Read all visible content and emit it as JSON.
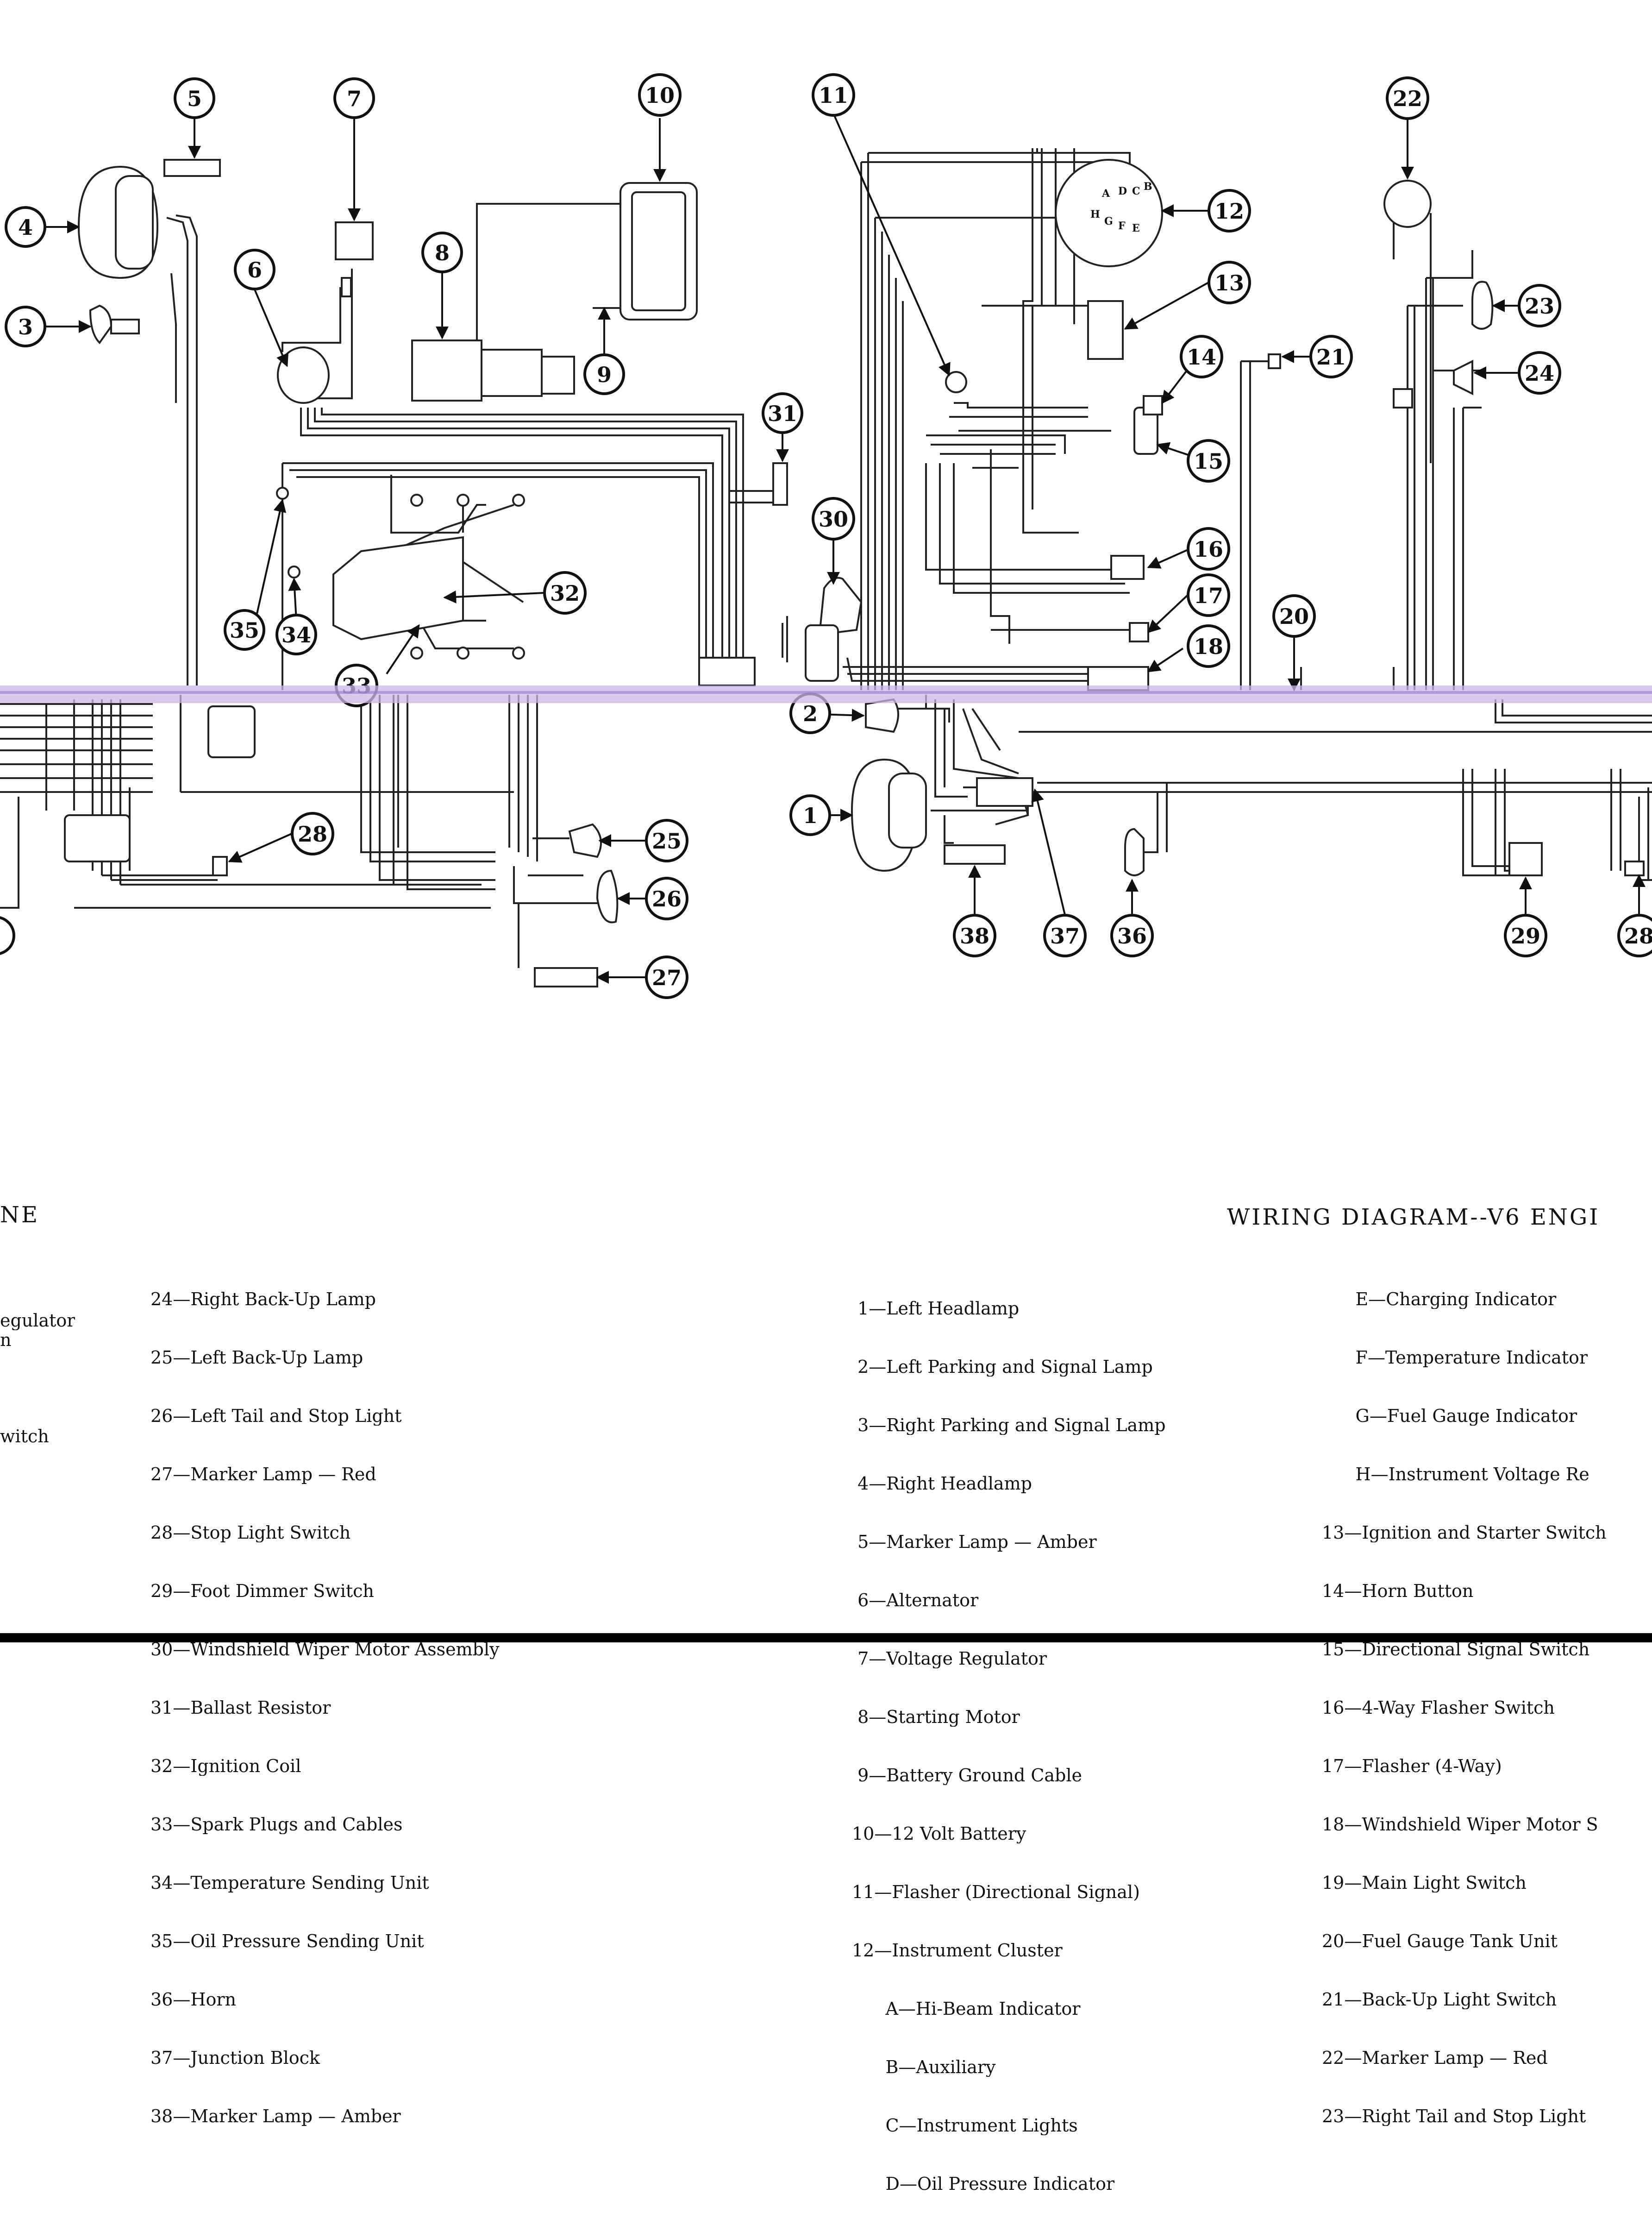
{
  "diagram": {
    "callouts": [
      "1",
      "2",
      "3",
      "4",
      "5",
      "6",
      "7",
      "8",
      "9",
      "10",
      "11",
      "12",
      "13",
      "14",
      "15",
      "16",
      "17",
      "18",
      "20",
      "21",
      "22",
      "23",
      "24",
      "25",
      "26",
      "27",
      "28",
      "29",
      "30",
      "31",
      "32",
      "33",
      "34",
      "35",
      "36",
      "37",
      "38",
      "28"
    ],
    "cluster_letters": [
      "A",
      "B",
      "C",
      "D",
      "E",
      "F",
      "G",
      "H"
    ]
  },
  "headings": {
    "left_fragment": "NE",
    "right": "WIRING DIAGRAM--V6 ENGI"
  },
  "legend": {
    "left_fragments": [
      "egulator",
      "n",
      "witch"
    ],
    "col2": [
      "24—Right Back-Up Lamp",
      "25—Left Back-Up Lamp",
      "26—Left Tail and Stop Light",
      "27—Marker Lamp — Red",
      "28—Stop Light Switch",
      "29—Foot Dimmer Switch",
      "30—Windshield Wiper Motor Assembly",
      "31—Ballast Resistor",
      "32—Ignition Coil",
      "33—Spark Plugs and Cables",
      "34—Temperature Sending Unit",
      "35—Oil Pressure Sending Unit",
      "36—Horn",
      "37—Junction Block",
      "38—Marker Lamp — Amber"
    ],
    "col3": [
      " 1—Left Headlamp",
      " 2—Left Parking and Signal Lamp",
      " 3—Right Parking and Signal Lamp",
      " 4—Right Headlamp",
      " 5—Marker Lamp — Amber",
      " 6—Alternator",
      " 7—Voltage Regulator",
      " 8—Starting Motor",
      " 9—Battery Ground Cable",
      "10—12 Volt Battery",
      "11—Flasher (Directional Signal)",
      "12—Instrument Cluster",
      "      A—Hi-Beam Indicator",
      "      B—Auxiliary",
      "      C—Instrument Lights",
      "      D—Oil Pressure Indicator"
    ],
    "col4": [
      "      E—Charging Indicator",
      "      F—Temperature Indicator",
      "      G—Fuel Gauge Indicator",
      "      H—Instrument Voltage Re",
      "13—Ignition and Starter Switch",
      "14—Horn Button",
      "15—Directional Signal Switch",
      "16—4-Way Flasher Switch",
      "17—Flasher (4-Way)",
      "18—Windshield Wiper Motor S",
      "19—Main Light Switch",
      "20—Fuel Gauge Tank Unit",
      "21—Back-Up Light Switch",
      "22—Marker Lamp — Red",
      "23—Right Tail and Stop Light"
    ]
  }
}
